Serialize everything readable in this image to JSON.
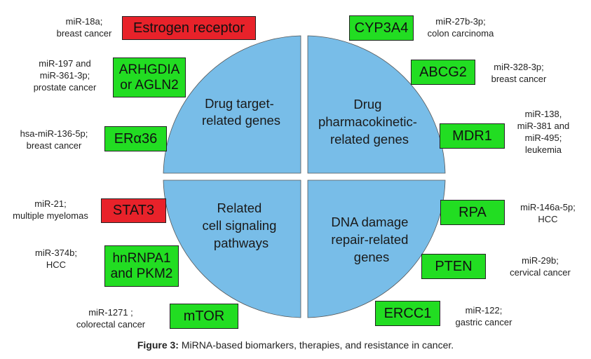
{
  "quadrants": {
    "top_left": [
      "Drug target-",
      "related genes"
    ],
    "top_right": [
      "Drug",
      "pharmacokinetic-",
      "related genes"
    ],
    "bottom_left": [
      "Related",
      "cell signaling",
      "pathways"
    ],
    "bottom_right": [
      "DNA damage",
      "repair-related",
      "genes"
    ]
  },
  "boxes": {
    "estrogen_receptor": "Estrogen receptor",
    "arhgdia": "ARHGDIA\nor AGLN2",
    "era36": "ERα36",
    "stat3": "STAT3",
    "hnrnpa1": "hnRNPA1\nand PKM2",
    "mtor": "mTOR",
    "cyp3a4": "CYP3A4",
    "abcg2": "ABCG2",
    "mdr1": "MDR1",
    "rpa": "RPA",
    "pten": "PTEN",
    "ercc1": "ERCC1"
  },
  "notes": {
    "mir18a": "miR-18a;\nbreast cancer",
    "mir197": "miR-197 and\nmiR-361-3p;\nprostate cancer",
    "mir136": "hsa-miR-136-5p;\nbreast cancer",
    "mir21": "miR-21;\nmultiple myelomas",
    "mir374b": "miR-374b;\nHCC",
    "mir1271": "miR-1271 ;\ncolorectal cancer",
    "mir27b": "miR-27b-3p;\ncolon carcinoma",
    "mir328": "miR-328-3p;\nbreast cancer",
    "mir138": "miR-138,\nmiR-381 and\nmiR-495;\nleukemia",
    "mir146a": "miR-146a-5p;\nHCC",
    "mir29b": "miR-29b;\ncervical cancer",
    "mir122": "miR-122;\ngastric cancer"
  },
  "caption": {
    "label": "Figure 3:",
    "text": " MiRNA-based biomarkers, therapies, and resistance in cancer."
  },
  "colors": {
    "circle_fill": "#78bde8",
    "green_box": "#22dd22",
    "red_box": "#e8222a",
    "divider": "#ffffff"
  }
}
